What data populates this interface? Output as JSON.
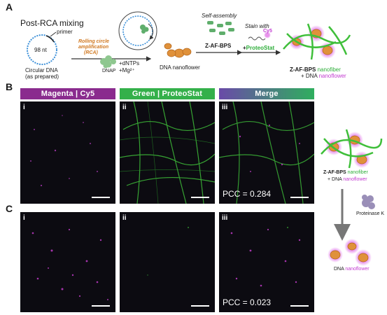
{
  "panel_a": {
    "letter": "A",
    "title": "Post-RCA mixing",
    "circle_label": "98 nt",
    "primer_label": "primer",
    "circular_dna_label": "Circular DNA",
    "as_prepared_label": "(as prepared)",
    "rca_label_1": "Rolling circle",
    "rca_label_2": "amplification",
    "rca_label_3": "(RCA)",
    "dnap_label": "DNAP",
    "dntps_label": "+dNTPs",
    "mg_label": "+Mg²⁺",
    "nanoflower_label": "DNA nanoflower",
    "self_assembly_label": "Self-assembly",
    "zafbps_label": "Z-AF-BPS",
    "stain_label": "Stain with",
    "cy5_label": "Cy5",
    "proteostat_plus": "+",
    "proteostat_label": "ProteoStat",
    "result_name": "Z-AF-BPS",
    "result_nanofiber": "nanofiber",
    "result_plus": "+ DNA",
    "result_nanoflower": "nanoflower"
  },
  "panel_b": {
    "letter": "B",
    "headers": [
      "Magenta | Cy5",
      "Green | ProteoStat",
      "Merge"
    ],
    "romans": [
      "i",
      "ii",
      "iii"
    ],
    "pcc": "PCC = 0.284"
  },
  "panel_c": {
    "letter": "C",
    "romans": [
      "i",
      "ii",
      "iii"
    ],
    "pcc": "PCC = 0.023"
  },
  "side": {
    "name": "Z-AF-BPS",
    "nanofiber": "nanofiber",
    "plus_dna": "+ DNA",
    "nanoflower": "nanoflower",
    "enzyme": "Proteinase K",
    "dna_label": "DNA",
    "dna_nanoflower": "nanoflower"
  },
  "colors": {
    "magenta_header": "#8a2b8e",
    "green_header": "#34b04a",
    "merge_gradient": [
      "#6a4aa8",
      "#2fae5e"
    ],
    "fiber_green": "#3fbf3a",
    "dot_magenta": "#c03cc8",
    "nanoflower_orange": "#e0913a"
  }
}
